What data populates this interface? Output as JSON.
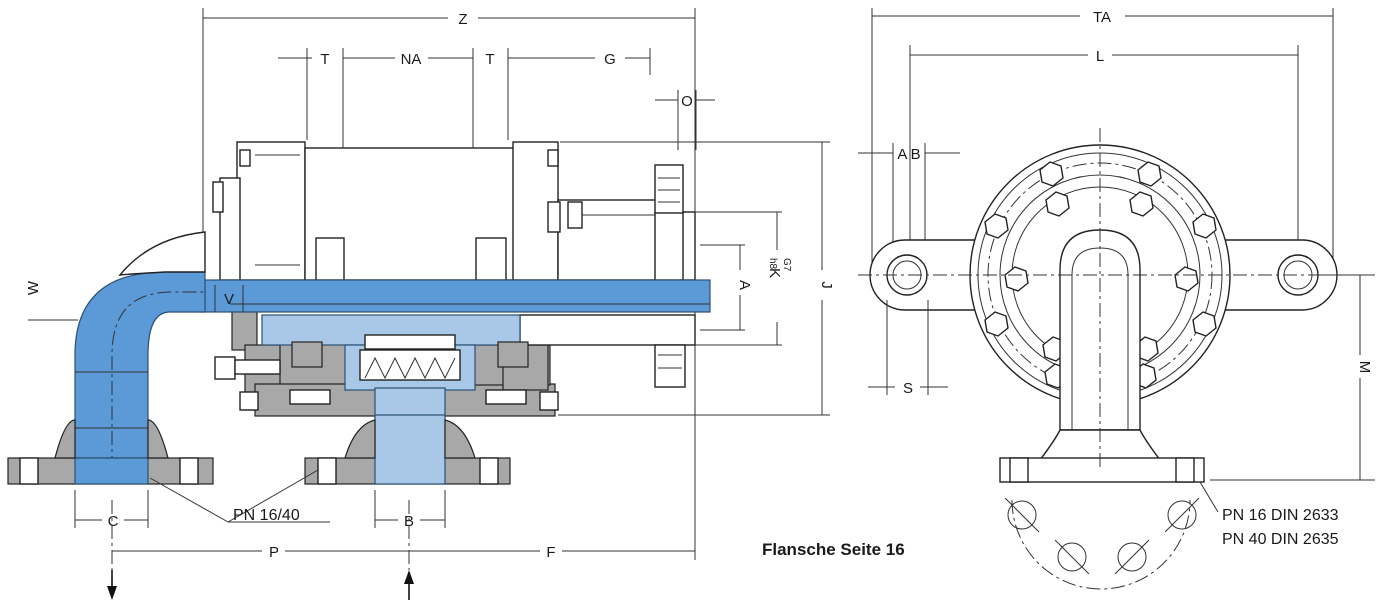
{
  "colors": {
    "fluid_blue": "#5b9ad6",
    "fluid_light_blue": "#a9c8e8",
    "housing_grey": "#a8a8a8",
    "line": "#222222"
  },
  "left_view": {
    "dimensions": {
      "Z": "Z",
      "T1": "T",
      "NA": "NA",
      "T2": "T",
      "G": "G",
      "O": "O",
      "W": "W",
      "V": "V",
      "A": "A",
      "K_main": "K",
      "K_sup": "G7",
      "K_sub": "h8",
      "J": "J",
      "C": "C",
      "B": "B",
      "P": "P",
      "F": "F"
    },
    "pressure_label": "PN 16/40"
  },
  "right_view": {
    "dimensions": {
      "TA": "TA",
      "L": "L",
      "AB": "A B",
      "S": "S",
      "M": "M"
    },
    "flange_std_1": "PN 16 DIN 2633",
    "flange_std_2": "PN 40 DIN 2635"
  },
  "caption": "Flansche Seite 16",
  "icons": [
    "flow-out-arrow-icon",
    "flow-in-arrow-icon",
    "hex-bolt-icon"
  ]
}
